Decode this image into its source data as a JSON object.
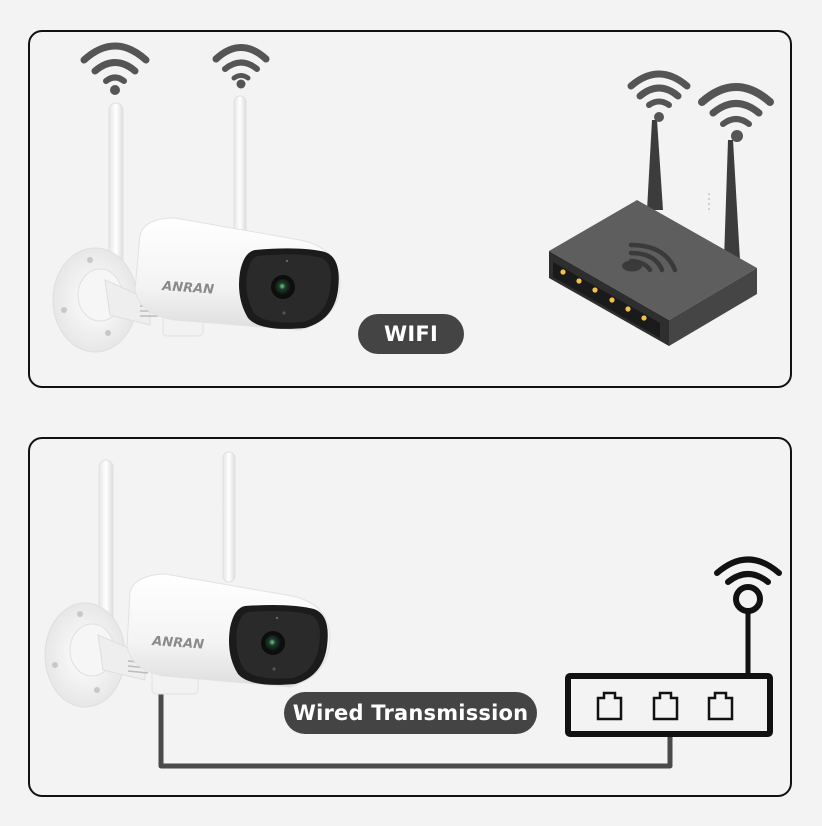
{
  "panels": {
    "wifi": {
      "label": "WIFI",
      "camera_brand": "ANRAN",
      "router_type": "wireless router"
    },
    "wired": {
      "label": "Wired Transmission",
      "camera_brand": "ANRAN",
      "router_type": "wired router",
      "router_ports": 3
    }
  },
  "colors": {
    "background": "#f3f3f3",
    "border": "#111111",
    "pill_background": "#444444",
    "pill_text": "#ffffff",
    "wifi_icon": "#555555",
    "router_body": "#5a5a5a",
    "router_led": "#f5c04a",
    "cable": "#4a4a4a"
  }
}
